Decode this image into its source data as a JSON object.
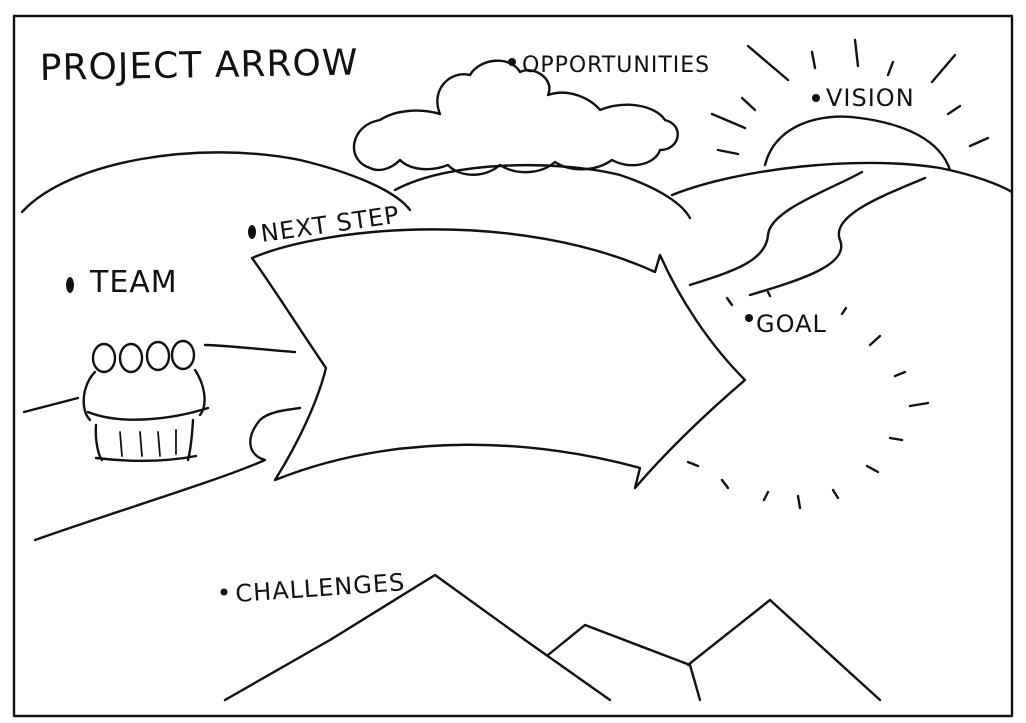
{
  "title": "PROJECT ARROW",
  "labels": {
    "opportunities": "OPPORTUNITIES",
    "vision": "VISION",
    "next_step": "NEXT STEP",
    "team": "TEAM",
    "goal": "GOAL",
    "challenges": "CHALLENGES"
  },
  "colors": {
    "ink": "#111111",
    "paper": "#ffffff"
  }
}
